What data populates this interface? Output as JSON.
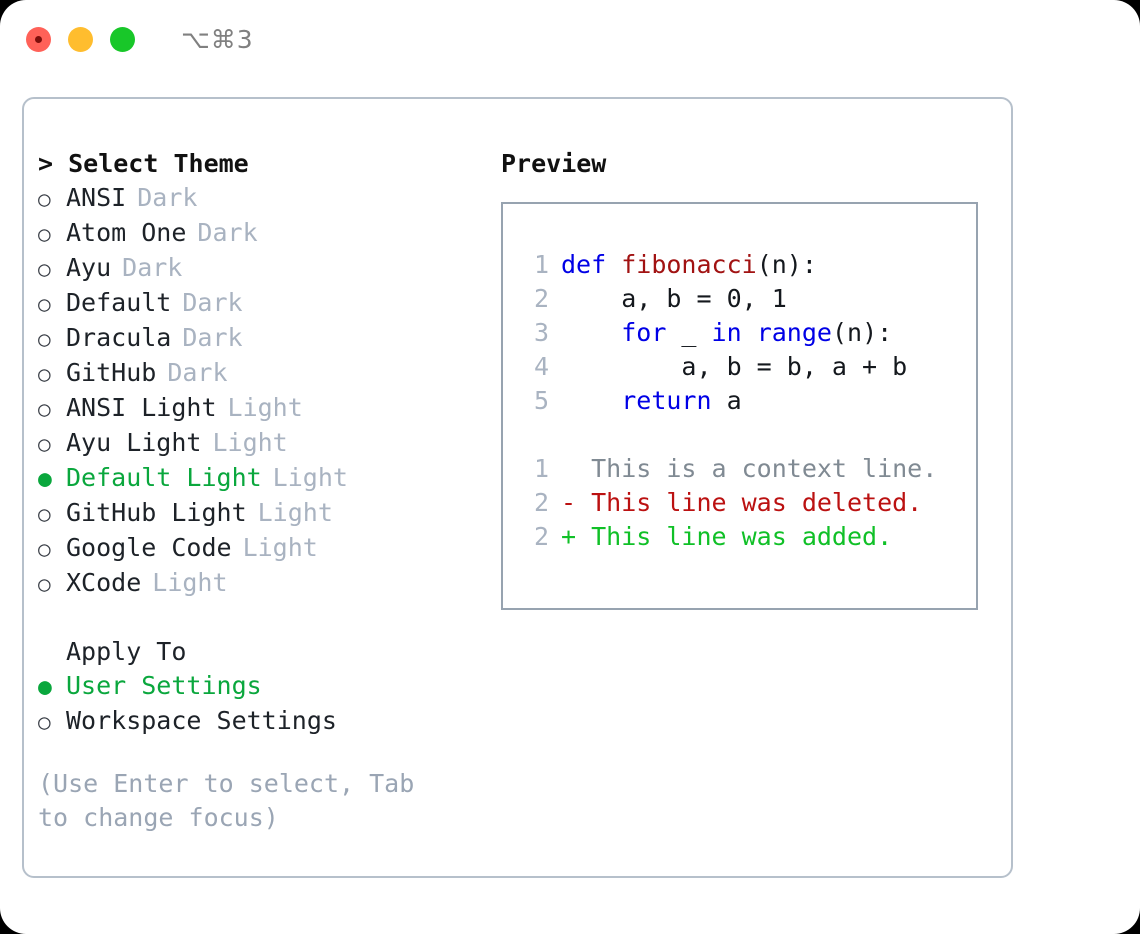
{
  "window": {
    "title": "⌥⌘3",
    "traffic_lights": [
      "close",
      "minimize",
      "maximize"
    ]
  },
  "theme_panel": {
    "header": "> Select Theme",
    "items": [
      {
        "marker": "○",
        "label": "ANSI",
        "suffix": "Dark",
        "selected": false
      },
      {
        "marker": "○",
        "label": "Atom One",
        "suffix": "Dark",
        "selected": false
      },
      {
        "marker": "○",
        "label": "Ayu",
        "suffix": "Dark",
        "selected": false
      },
      {
        "marker": "○",
        "label": "Default",
        "suffix": "Dark",
        "selected": false
      },
      {
        "marker": "○",
        "label": "Dracula",
        "suffix": "Dark",
        "selected": false
      },
      {
        "marker": "○",
        "label": "GitHub",
        "suffix": "Dark",
        "selected": false
      },
      {
        "marker": "○",
        "label": "ANSI Light",
        "suffix": "Light",
        "selected": false
      },
      {
        "marker": "○",
        "label": "Ayu Light",
        "suffix": "Light",
        "selected": false
      },
      {
        "marker": "●",
        "label": "Default Light",
        "suffix": "Light",
        "selected": true
      },
      {
        "marker": "○",
        "label": "GitHub Light",
        "suffix": "Light",
        "selected": false
      },
      {
        "marker": "○",
        "label": "Google Code",
        "suffix": "Light",
        "selected": false
      },
      {
        "marker": "○",
        "label": "XCode",
        "suffix": "Light",
        "selected": false
      }
    ],
    "apply_to": {
      "title": "Apply To",
      "items": [
        {
          "marker": "●",
          "label": "User Settings",
          "selected": true
        },
        {
          "marker": "○",
          "label": "Workspace Settings",
          "selected": false
        }
      ]
    },
    "hint": "(Use Enter to select, Tab to change focus)"
  },
  "preview": {
    "title": "Preview",
    "code_lines": [
      {
        "no": "1",
        "tokens": [
          {
            "t": "def",
            "c": "kw"
          },
          {
            "t": " ",
            "c": "plain"
          },
          {
            "t": "fibonacci",
            "c": "fn"
          },
          {
            "t": "(n):",
            "c": "plain"
          }
        ]
      },
      {
        "no": "2",
        "tokens": [
          {
            "t": "    a, b = 0, 1",
            "c": "plain"
          }
        ]
      },
      {
        "no": "3",
        "tokens": [
          {
            "t": "    ",
            "c": "plain"
          },
          {
            "t": "for",
            "c": "kw"
          },
          {
            "t": " _ ",
            "c": "plain"
          },
          {
            "t": "in",
            "c": "kw"
          },
          {
            "t": " ",
            "c": "plain"
          },
          {
            "t": "range",
            "c": "kw"
          },
          {
            "t": "(n):",
            "c": "plain"
          }
        ]
      },
      {
        "no": "4",
        "tokens": [
          {
            "t": "        a, b = b, a + b",
            "c": "plain"
          }
        ]
      },
      {
        "no": "5",
        "tokens": [
          {
            "t": "    ",
            "c": "plain"
          },
          {
            "t": "return",
            "c": "kw"
          },
          {
            "t": " a",
            "c": "plain"
          }
        ]
      }
    ],
    "diff_lines": [
      {
        "no": "1",
        "tokens": [
          {
            "t": "  This is a context line.",
            "c": "ctx"
          }
        ]
      },
      {
        "no": "2",
        "tokens": [
          {
            "t": "- This line was deleted.",
            "c": "del"
          }
        ]
      },
      {
        "no": "2",
        "tokens": [
          {
            "t": "+ This line was added.",
            "c": "add"
          }
        ]
      }
    ]
  },
  "colors": {
    "accent_green": "#0aa73d",
    "muted": "#a9b3c1",
    "keyword_blue": "#0000e6",
    "function_red": "#a11212",
    "diff_delete": "#bb1111",
    "diff_add": "#10c027",
    "panel_border": "#b6c0cb",
    "preview_border": "#97a3b0"
  }
}
